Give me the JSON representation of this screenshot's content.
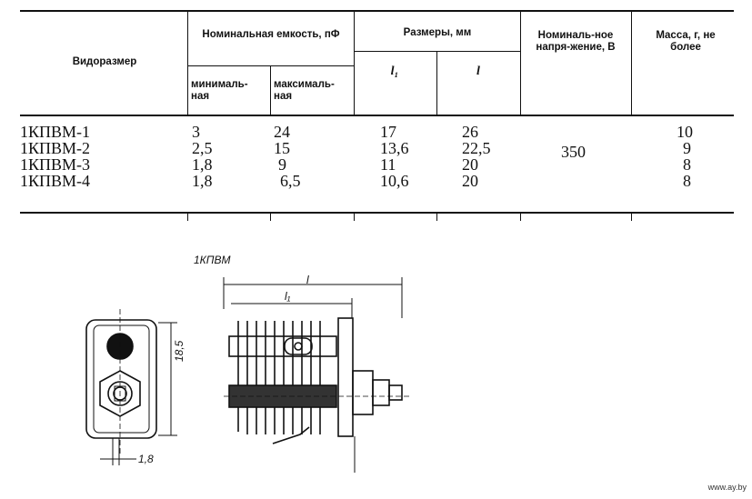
{
  "table": {
    "headers": {
      "type": "Видоразмер",
      "capacitance": "Номинальная емкость, пФ",
      "cap_min": "минималь-ная",
      "cap_max": "максималь-ная",
      "dimensions": "Размеры, мм",
      "dim_l1": "l₁",
      "dim_l": "l",
      "voltage": "Номиналь-ное напря-жение, В",
      "mass": "Масса, г, не более"
    },
    "rows": [
      {
        "type": "1КПВМ-1",
        "min": "3",
        "max": "24",
        "l1": "17",
        "l": "26",
        "mass": "10"
      },
      {
        "type": "1КПВМ-2",
        "min": "2,5",
        "max": "15",
        "l1": "13,6",
        "l": "22,5",
        "mass": "9"
      },
      {
        "type": "1КПВМ-3",
        "min": "1,8",
        "max": "9",
        "l1": "11",
        "l": "20",
        "mass": "8"
      },
      {
        "type": "1КПВМ-4",
        "min": "1,8",
        "max": "6,5",
        "l1": "10,6",
        "l": "20",
        "mass": "8"
      }
    ],
    "voltage_value": "350"
  },
  "drawing": {
    "title": "1КПВМ",
    "dim_height": "18,5",
    "dim_width": "1,8",
    "dim_l": "l",
    "dim_l1": "l₁"
  },
  "watermark": "www.ay.by"
}
